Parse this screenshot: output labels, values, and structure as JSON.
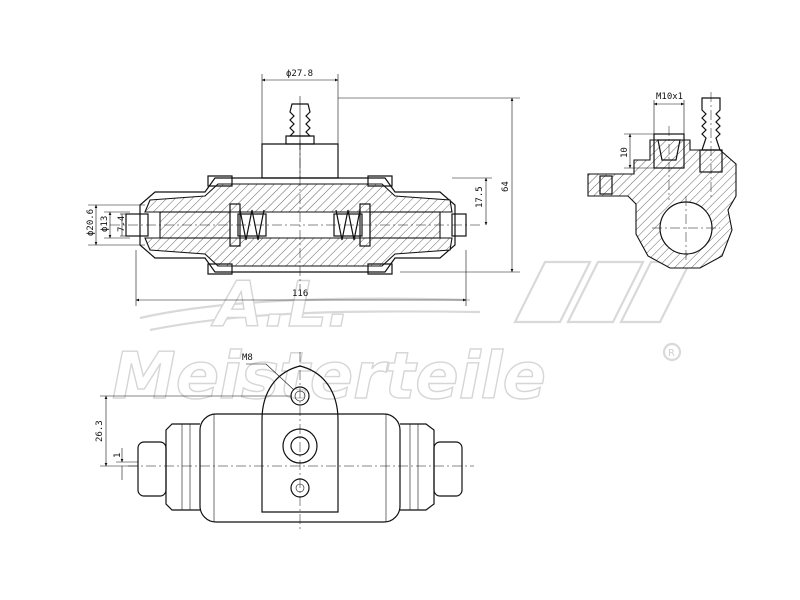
{
  "dimensions": {
    "bore_dia": "ϕ27.8",
    "total_height": "64",
    "half_height": "17.5",
    "outer_dia": "ϕ20.6",
    "inner_dia": "ϕ13",
    "small_offset": "7.4",
    "total_length": "116",
    "bleeder_thread": "M10x1",
    "bleeder_depth": "10",
    "mount_thread": "M8",
    "mount_height": "26.3",
    "mount_offset": "1"
  },
  "watermark": {
    "initials": "A.L.",
    "brand": "Meisterteile",
    "registered": "R"
  }
}
